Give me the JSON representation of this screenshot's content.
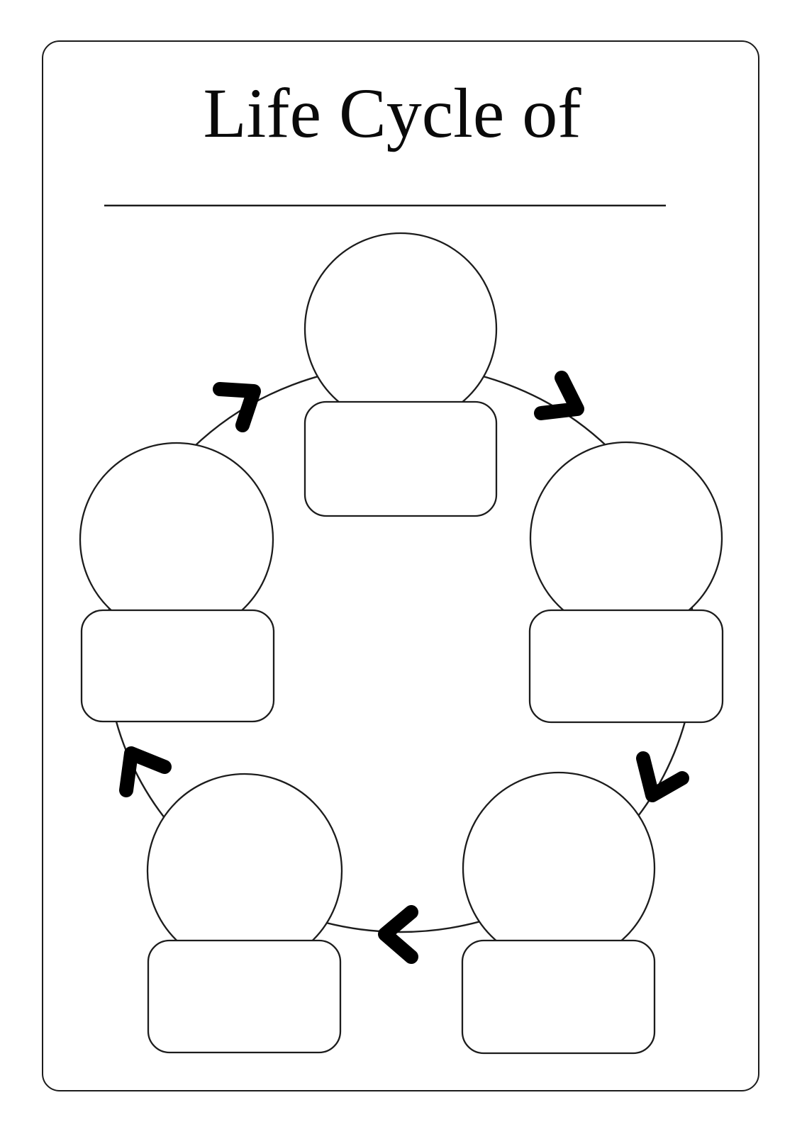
{
  "page": {
    "title": "Life Cycle of",
    "background_color": "#ffffff",
    "line_color": "#1c1c1c"
  },
  "title_blank": {
    "value": ""
  },
  "diagram": {
    "type": "cycle-diagram",
    "direction": "clockwise",
    "stage_count": 5,
    "arrow_color": "#000000",
    "node_fill_color": "#ffffff",
    "stages": [
      {
        "position": "top",
        "circle_text": "",
        "label_text": ""
      },
      {
        "position": "upper-right",
        "circle_text": "",
        "label_text": ""
      },
      {
        "position": "lower-right",
        "circle_text": "",
        "label_text": ""
      },
      {
        "position": "lower-left",
        "circle_text": "",
        "label_text": ""
      },
      {
        "position": "upper-left",
        "circle_text": "",
        "label_text": ""
      }
    ]
  }
}
